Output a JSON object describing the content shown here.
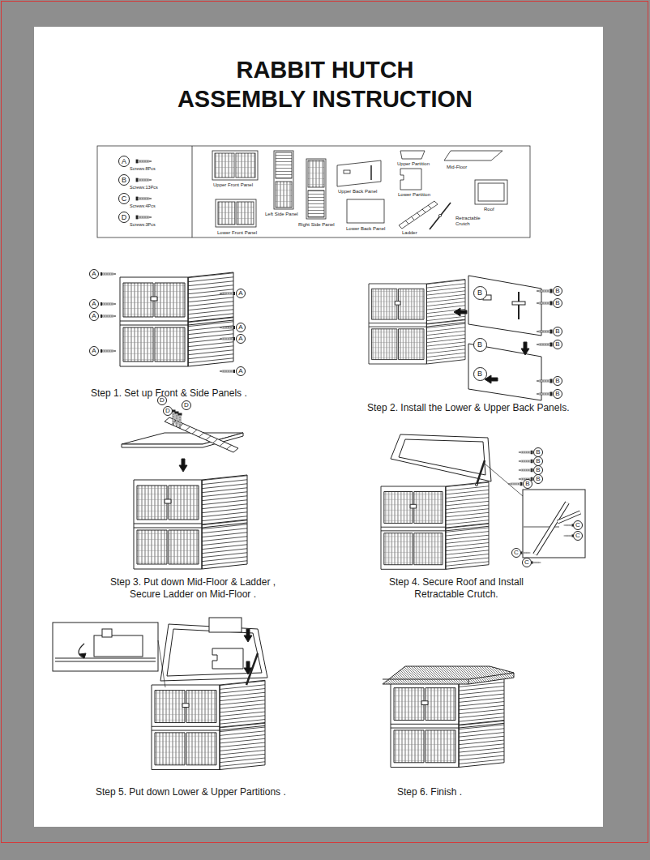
{
  "diagram": {
    "title": "RABBIT HUTCH ASSEMBLY INSTRUCTION",
    "labels": [
      "A",
      "Screws:8Pcs",
      "B",
      "Screws:13Pcs",
      "C",
      "Screws:4Pcs",
      "D",
      "Screws:3Pcs",
      "Upper Front Panel",
      "Left Side Panel",
      "Right Side Panel",
      "Lower Front Panel",
      "Upper Back Panel",
      "Lower Back Panel",
      "Upper Partition",
      "Lower Partition",
      "Ladder",
      "Mid-Floor",
      "Roof",
      "Retractable Crutch",
      "A",
      "A",
      "A",
      "A",
      "A",
      "A",
      "A",
      "A",
      "Step 1. Set up Front & Side Panels .",
      "B",
      "B",
      "B",
      "B",
      "B",
      "B",
      "B",
      "B",
      "B",
      "Step 2. Install the Lower & Upper Back Panels.",
      "D",
      "D",
      "D",
      "Step 3. Put down Mid-Floor & Ladder , Secure Ladder on Mid-Floor .",
      "B",
      "B",
      "B",
      "B",
      "B",
      "C",
      "C",
      "C",
      "C",
      "Step 4. Secure Roof and Install Retractable Crutch.",
      "Step 5. Put down Lower & Upper Partitions .",
      "Step 6. Finish ."
    ]
  }
}
